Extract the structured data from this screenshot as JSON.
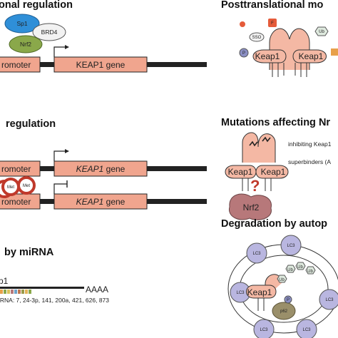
{
  "headings": {
    "transcriptional": "onal regulation",
    "posttranslational": "Posttranslational mo",
    "epigenetic": "regulation",
    "mutations": "Mutations affecting Nr",
    "mirna": "by miRNA",
    "autophagy": "Degradation by autop"
  },
  "factors": {
    "sp1": "Sp1",
    "brd4": "BRD4",
    "nrf2": "Nrf2"
  },
  "promoter_label": "romoter",
  "gene_label_plain": "KEAP1 gene",
  "gene_italic": "KEAP1",
  "gene_word": " gene",
  "met_label": "Met",
  "keap1": "Keap1",
  "nrf2": "Nrf2",
  "question": "?",
  "mutation_text": {
    "line1": "inhibiting Keap1",
    "line2": "superbinders (A"
  },
  "mirna": {
    "transcript_label": "p1",
    "polya": "AAAA",
    "list": "iRNA: 7, 24-3p, 141, 200a, 421, 626, 873"
  },
  "ptm_badges": {
    "f": "F",
    "sso": "SSO",
    "p": "P",
    "ub": "Ub"
  },
  "autophagy": {
    "lc3": "LC3",
    "ub": "Ub",
    "p": "P",
    "p62": "p62"
  },
  "colors": {
    "sp1": "#2f8fd8",
    "nrf2_factor": "#8aa84a",
    "gene_box": "#f0a58e",
    "keap1": "#f4b8a4",
    "nrf2_protein": "#b7787a",
    "met_ring": "#c0392b",
    "lc3": "#b9b6e0",
    "question": "#c0392b"
  }
}
